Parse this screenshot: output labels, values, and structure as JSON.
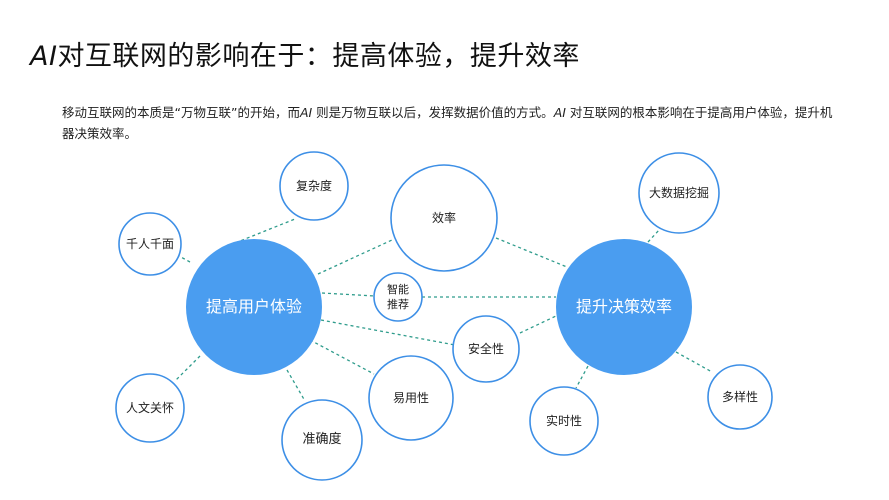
{
  "title": {
    "prefix": "AI",
    "rest": "对互联网的影响在于：提高体验，提升效率"
  },
  "description": {
    "part1": "移动互联网的本质是“万物互联”的开始，而",
    "ai1": "AI",
    "part2": " 则是万物互联以后，发挥数据价值的方式。",
    "ai2": "AI",
    "part3": " 对互联网的根本影响在于提高用户体验，提升机器决策效率。"
  },
  "colors": {
    "accent": "#4a9df0",
    "outline": "#3d8fe6",
    "connector": "#2f9c8c"
  },
  "nodes": {
    "hub_left": "提高用户体验",
    "hub_right": "提升决策效率",
    "complexity": "复杂度",
    "personalization": "千人千面",
    "humanistic_care": "人文关怀",
    "accuracy": "准确度",
    "usability": "易用性",
    "efficiency": "效率",
    "recommendation_line1": "智能",
    "recommendation_line2": "推荐",
    "security": "安全性",
    "big_data": "大数据挖掘",
    "realtime": "实时性",
    "diversity": "多样性"
  }
}
